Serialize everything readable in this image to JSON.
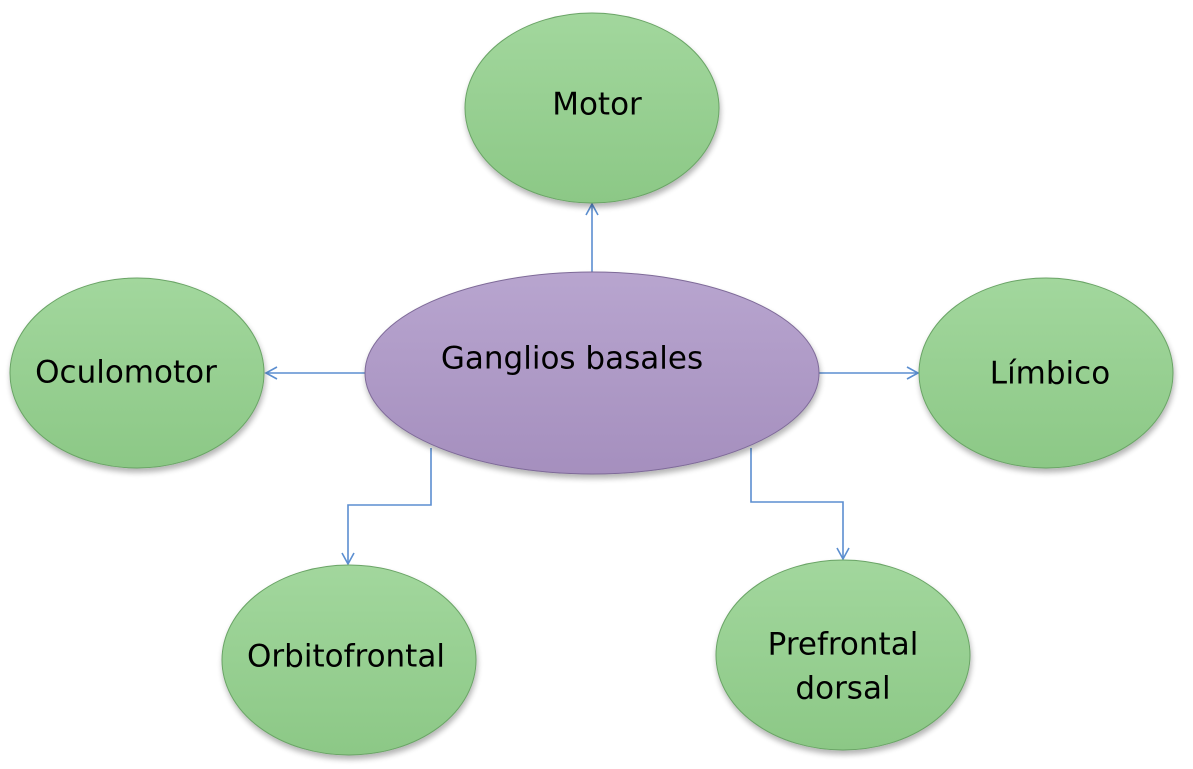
{
  "diagram": {
    "center": {
      "label": "Ganglios basales"
    },
    "nodes": {
      "motor": {
        "label": "Motor"
      },
      "oculomotor": {
        "label": "Oculomotor"
      },
      "limbico": {
        "label": "Límbico"
      },
      "orbitofrontal": {
        "label": "Orbitofrontal"
      },
      "prefrontal": {
        "line1": "Prefrontal",
        "line2": "dorsal"
      }
    },
    "edges": [
      {
        "from": "Ganglios basales",
        "to": "Motor"
      },
      {
        "from": "Ganglios basales",
        "to": "Oculomotor"
      },
      {
        "from": "Ganglios basales",
        "to": "Límbico"
      },
      {
        "from": "Ganglios basales",
        "to": "Orbitofrontal"
      },
      {
        "from": "Ganglios basales",
        "to": "Prefrontal dorsal"
      }
    ]
  },
  "colors": {
    "center_fill_top": "#b8a5cf",
    "center_fill_bottom": "#a58fbe",
    "center_stroke": "#7e6a98",
    "node_fill_top": "#a2d79d",
    "node_fill_bottom": "#8cc886",
    "node_stroke": "#6aa466",
    "connector": "#5b8ed0"
  }
}
